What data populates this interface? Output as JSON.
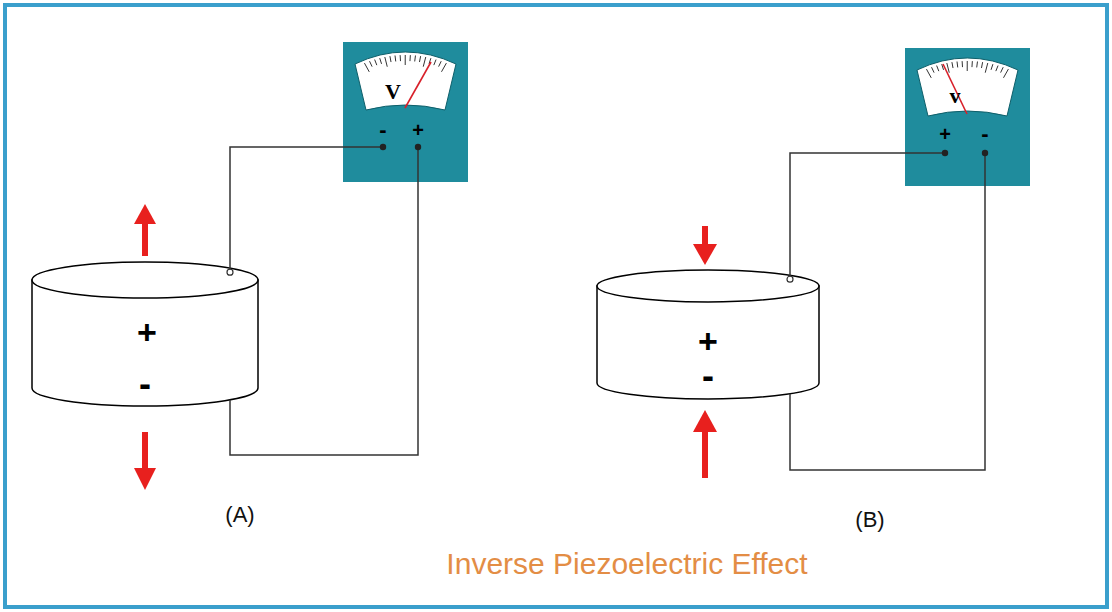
{
  "diagram": {
    "caption": "Inverse Piezoelectric Effect",
    "nodes": [
      {
        "text": [
          "+",
          "-"
        ]
      },
      {
        "text": [
          "V",
          "-",
          "+"
        ]
      },
      {
        "text": [
          "+",
          "-"
        ]
      },
      {
        "text": [
          "v",
          "+",
          "-"
        ]
      }
    ],
    "edges": [
      {
        "from": 0,
        "to": 1,
        "arrow": "none"
      },
      {
        "from": 0,
        "to": 1,
        "arrow": "none"
      },
      {
        "from": 2,
        "to": 3,
        "arrow": "none"
      },
      {
        "from": 2,
        "to": 3,
        "arrow": "none"
      }
    ],
    "labels": [
      "(A)",
      "(B)"
    ]
  }
}
